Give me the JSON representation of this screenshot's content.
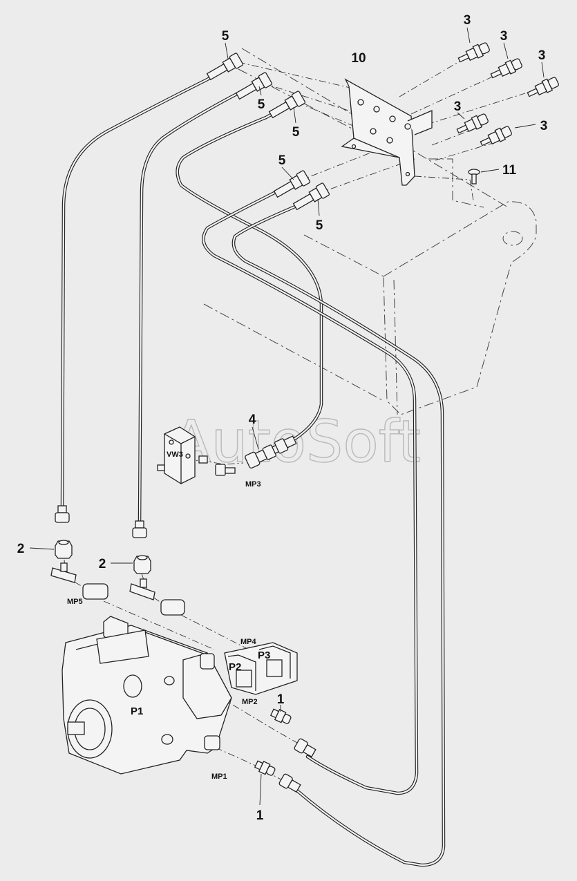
{
  "watermark": "AutoSoft",
  "callouts": [
    {
      "id": "c5a",
      "text": "5"
    },
    {
      "id": "c5b",
      "text": "5"
    },
    {
      "id": "c5c",
      "text": "5"
    },
    {
      "id": "c5d",
      "text": "5"
    },
    {
      "id": "c5e",
      "text": "5"
    },
    {
      "id": "c10",
      "text": "10"
    },
    {
      "id": "c3a",
      "text": "3"
    },
    {
      "id": "c3b",
      "text": "3"
    },
    {
      "id": "c3c",
      "text": "3"
    },
    {
      "id": "c3d",
      "text": "3"
    },
    {
      "id": "c3e",
      "text": "3"
    },
    {
      "id": "c11",
      "text": "11"
    },
    {
      "id": "c4",
      "text": "4"
    },
    {
      "id": "c2a",
      "text": "2"
    },
    {
      "id": "c2b",
      "text": "2"
    },
    {
      "id": "c1a",
      "text": "1"
    },
    {
      "id": "c1b",
      "text": "1"
    }
  ],
  "ports": {
    "vw3": "VW3",
    "mp3": "MP3",
    "mp5": "MP5",
    "mp4": "MP4",
    "mp2": "MP2",
    "mp1": "MP1"
  },
  "pumps": {
    "p1": "P1",
    "p2": "P2",
    "p3": "P3"
  }
}
